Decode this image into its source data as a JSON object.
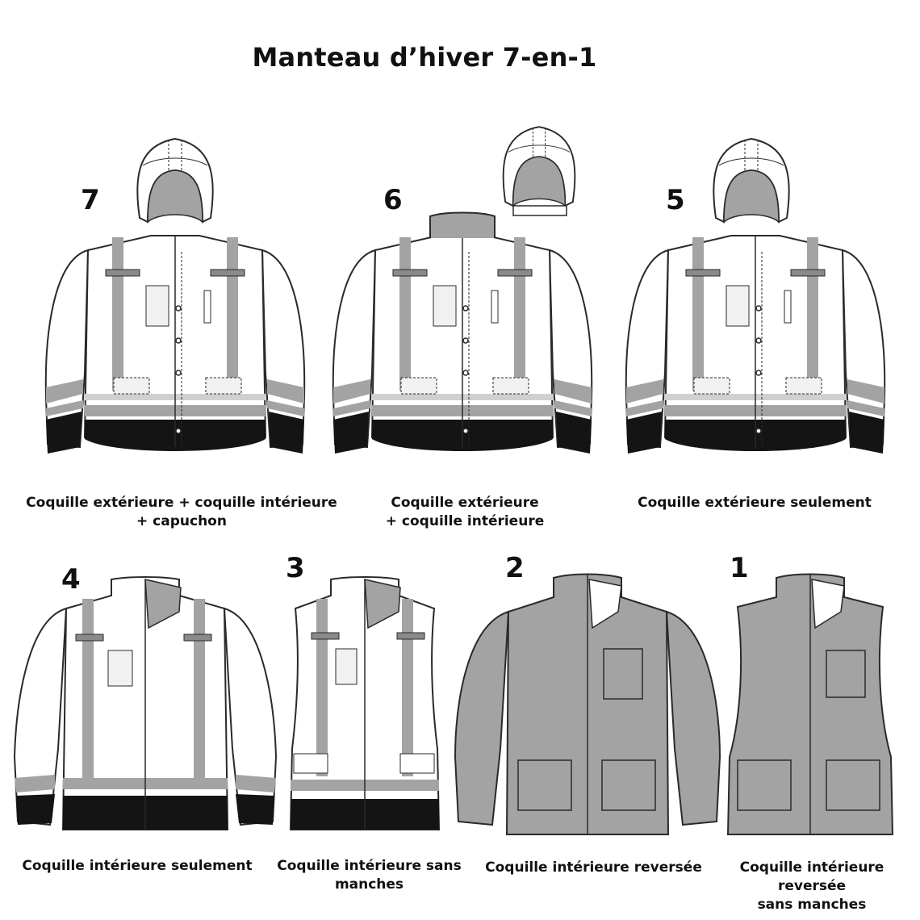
{
  "title": "Manteau d’hiver 7-en-1",
  "colors": {
    "grey": "#a3a3a3",
    "black": "#141414",
    "light": "#f1f1f1",
    "line": "#2a2a2a"
  },
  "items": [
    {
      "number": "7",
      "caption_lines": [
        "Coquille extérieure + coquille intérieure",
        "+ capuchon"
      ],
      "icon": "jacket-with-hood-icon"
    },
    {
      "number": "6",
      "caption_lines": [
        "Coquille extérieure",
        "+ coquille intérieure"
      ],
      "icon": "jacket-with-detached-hood-icon"
    },
    {
      "number": "5",
      "caption_lines": [
        "Coquille extérieure seulement"
      ],
      "icon": "outer-shell-with-hood-icon"
    },
    {
      "number": "4",
      "caption_lines": [
        "Coquille intérieure seulement"
      ],
      "icon": "inner-jacket-icon"
    },
    {
      "number": "3",
      "caption_lines": [
        "Coquille intérieure sans",
        "manches"
      ],
      "icon": "inner-vest-icon"
    },
    {
      "number": "2",
      "caption_lines": [
        "Coquille intérieure reversée"
      ],
      "icon": "reversed-jacket-icon"
    },
    {
      "number": "1",
      "caption_lines": [
        "Coquille intérieure reversée",
        "sans manches"
      ],
      "icon": "reversed-vest-icon"
    }
  ]
}
